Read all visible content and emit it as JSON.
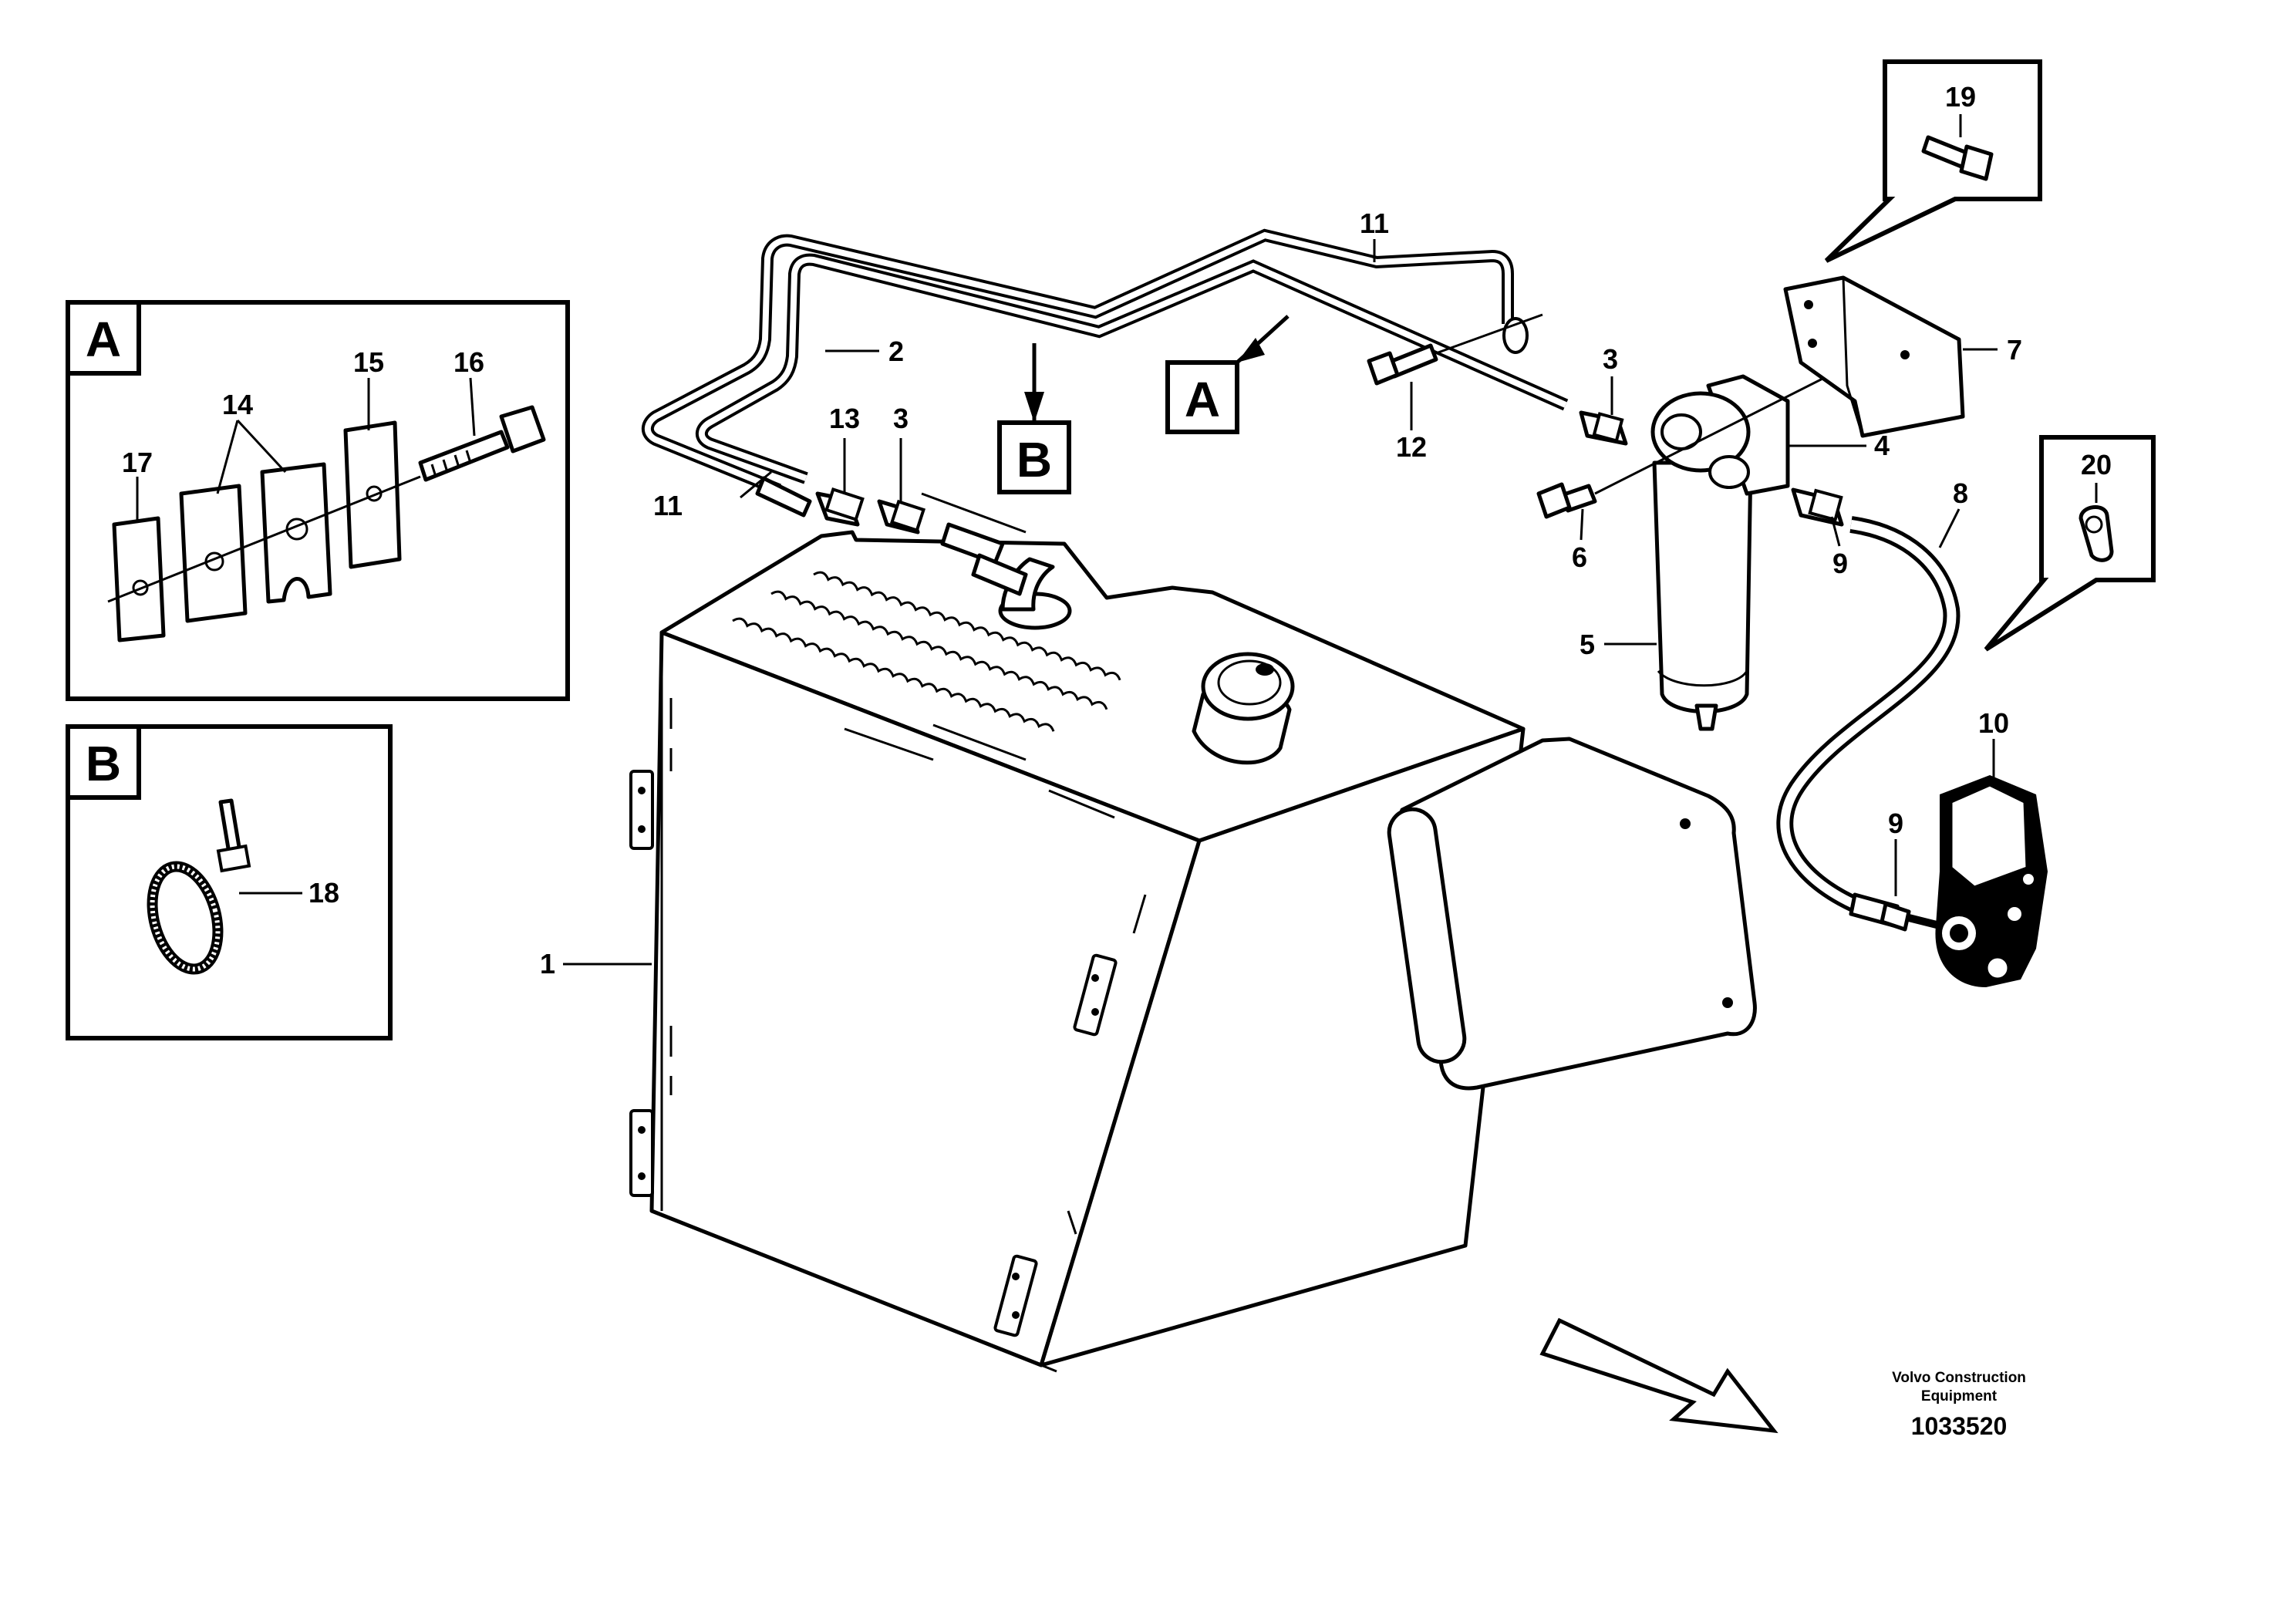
{
  "detail_boxes": {
    "A": "A",
    "B": "B"
  },
  "callouts": {
    "c1": "1",
    "c2": "2",
    "c3a": "3",
    "c3b": "3",
    "c4": "4",
    "c5": "5",
    "c6": "6",
    "c7": "7",
    "c8": "8",
    "c9a": "9",
    "c9b": "9",
    "c10": "10",
    "c11a": "11",
    "c11b": "11",
    "c12": "12",
    "c13": "13",
    "c14": "14",
    "c15": "15",
    "c16": "16",
    "c17": "17",
    "c18": "18",
    "c19": "19",
    "c20": "20"
  },
  "view_markers": {
    "A": "A",
    "B": "B"
  },
  "footer": {
    "brand_line1": "Volvo Construction",
    "brand_line2": "Equipment",
    "drawing_number": "1033520"
  }
}
